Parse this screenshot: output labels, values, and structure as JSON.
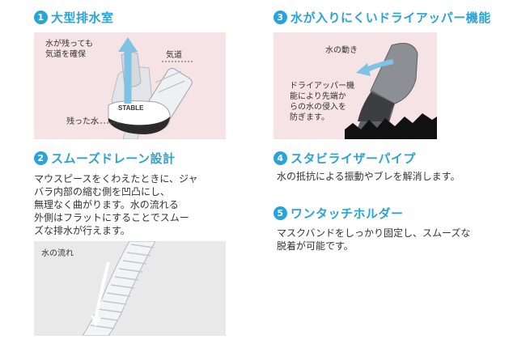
{
  "sections": [
    {
      "num": "1",
      "title": "大型排水室",
      "panel": {
        "label_top": [
          "水が残っても",
          "気道を確保"
        ],
        "label_airway": "気道",
        "label_remaining": "残った水",
        "brand": "STABLE"
      }
    },
    {
      "num": "2",
      "title": "スムーズドレーン設計",
      "body": [
        "マウスピースをくわえたときに、ジャ",
        "バラ内部の縮む側を凹凸にし、",
        "無理なく曲がります。水の流れる",
        "外側はフラットにすることでスムー",
        "ズな排水が行えます。"
      ],
      "panel": {
        "label": "水の流れ"
      }
    },
    {
      "num": "3",
      "title": "水が入りにくいドライアッパー機能",
      "panel": {
        "label_motion": "水の動き",
        "label_desc": [
          "ドライアッパー機",
          "能により先端か",
          "らの水の侵入を",
          "防ぎます。"
        ]
      }
    },
    {
      "num": "4",
      "title": "スタビライザーパイプ",
      "body": [
        "水の抵抗による振動やブレを解消します。"
      ]
    },
    {
      "num": "5",
      "title": "ワンタッチホルダー",
      "body": [
        "マスクバンドをしっかり固定し、スムーズな",
        "脱着が可能です。"
      ]
    }
  ],
  "colors": {
    "accent": "#2aa3d6",
    "panel_pink": "#f6e3e6",
    "panel_grey": "#e9e9ea"
  }
}
